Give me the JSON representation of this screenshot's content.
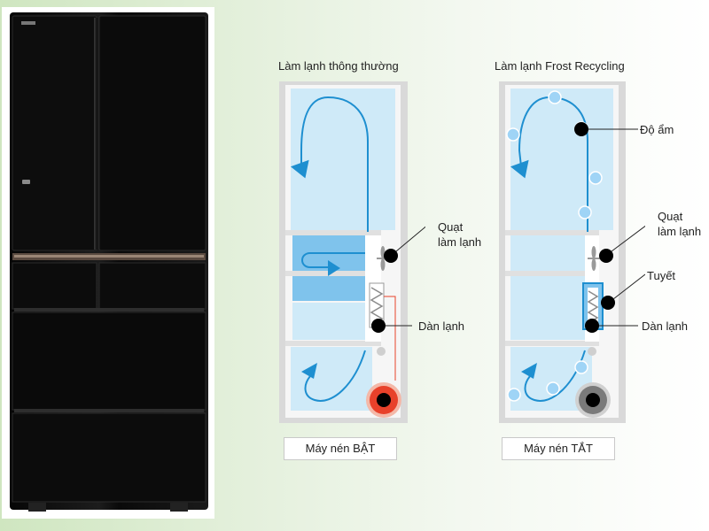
{
  "diagrams": [
    {
      "caption": "Làm lạnh thông thường",
      "status": "Máy nén BẬT",
      "labels": {
        "fan": "Quạt\nlàm lạnh",
        "evaporator": "Dàn lạnh"
      }
    },
    {
      "caption": "Làm lạnh Frost Recycling",
      "status": "Máy nén TẮT",
      "labels": {
        "humidity": "Độ ẩm",
        "fan": "Quạt\nlàm lạnh",
        "frost": "Tuyết",
        "evaporator": "Dàn lạnh"
      }
    }
  ],
  "colors": {
    "compartment": "#cfeaf8",
    "compartment_dark": "#7fc3ec",
    "arrow": "#1e8fd0",
    "compressor_on": "#e8412a",
    "compressor_off": "#7a7a7a",
    "fridge_body": "#0c0c0c"
  },
  "icons": [
    "fan-icon",
    "evaporator-coil-icon",
    "compressor-icon",
    "pointer-dot-icon",
    "moisture-droplet-icon"
  ]
}
